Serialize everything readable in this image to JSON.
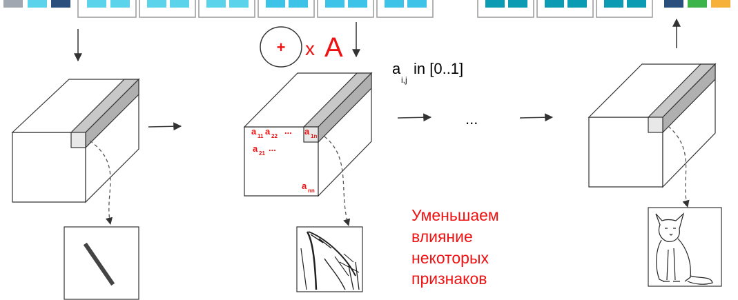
{
  "colors": {
    "stroke": "#333333",
    "gray_block": "#a0a7b0",
    "light_blue": "#5bd3ea",
    "mid_blue": "#3ec3e8",
    "teal": "#0b9cb3",
    "navy": "#2a4f7c",
    "green": "#3cb449",
    "orange": "#f6b13b",
    "red": "#ee1111",
    "bar_gray": "#c8c8c8"
  },
  "operation": {
    "plus_symbol": "+",
    "multiply_label": "x",
    "matrix_label": "A"
  },
  "range_note": {
    "base": "a",
    "subscript": "i,j",
    "text": "in [0..1]"
  },
  "ellipsis": "...",
  "matrix_elements": {
    "a11": {
      "base": "a",
      "sub": "11"
    },
    "a22": {
      "base": "a",
      "sub": "22"
    },
    "row_dots": "...",
    "a1n": {
      "base": "a",
      "sub": "1n"
    },
    "a21": {
      "base": "a",
      "sub": "21"
    },
    "a21_dots": "...",
    "ann": {
      "base": "a",
      "sub": "nn"
    }
  },
  "caption_lines": [
    "Уменьшаем",
    "влияние",
    "некоторых",
    "признаков"
  ]
}
